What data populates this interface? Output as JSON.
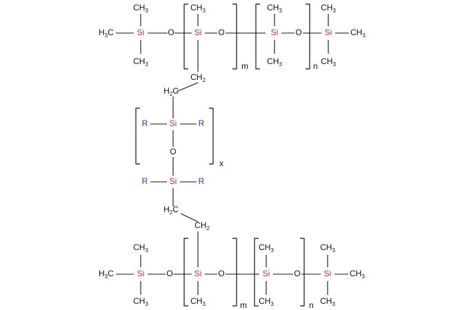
{
  "colors": {
    "silicon": "#c0341d",
    "r_group": "#2b2fd6",
    "bond": "#111111",
    "background": "#ffffff"
  },
  "labels": {
    "si": "Si",
    "o": "O",
    "r": "R",
    "ch3": "CH",
    "h3c": "H",
    "c_after_h": "C",
    "h2c_h": "H",
    "ch2": "CH",
    "sub3": "3",
    "sub2": "2",
    "m": "m",
    "n": "n",
    "x": "x"
  }
}
